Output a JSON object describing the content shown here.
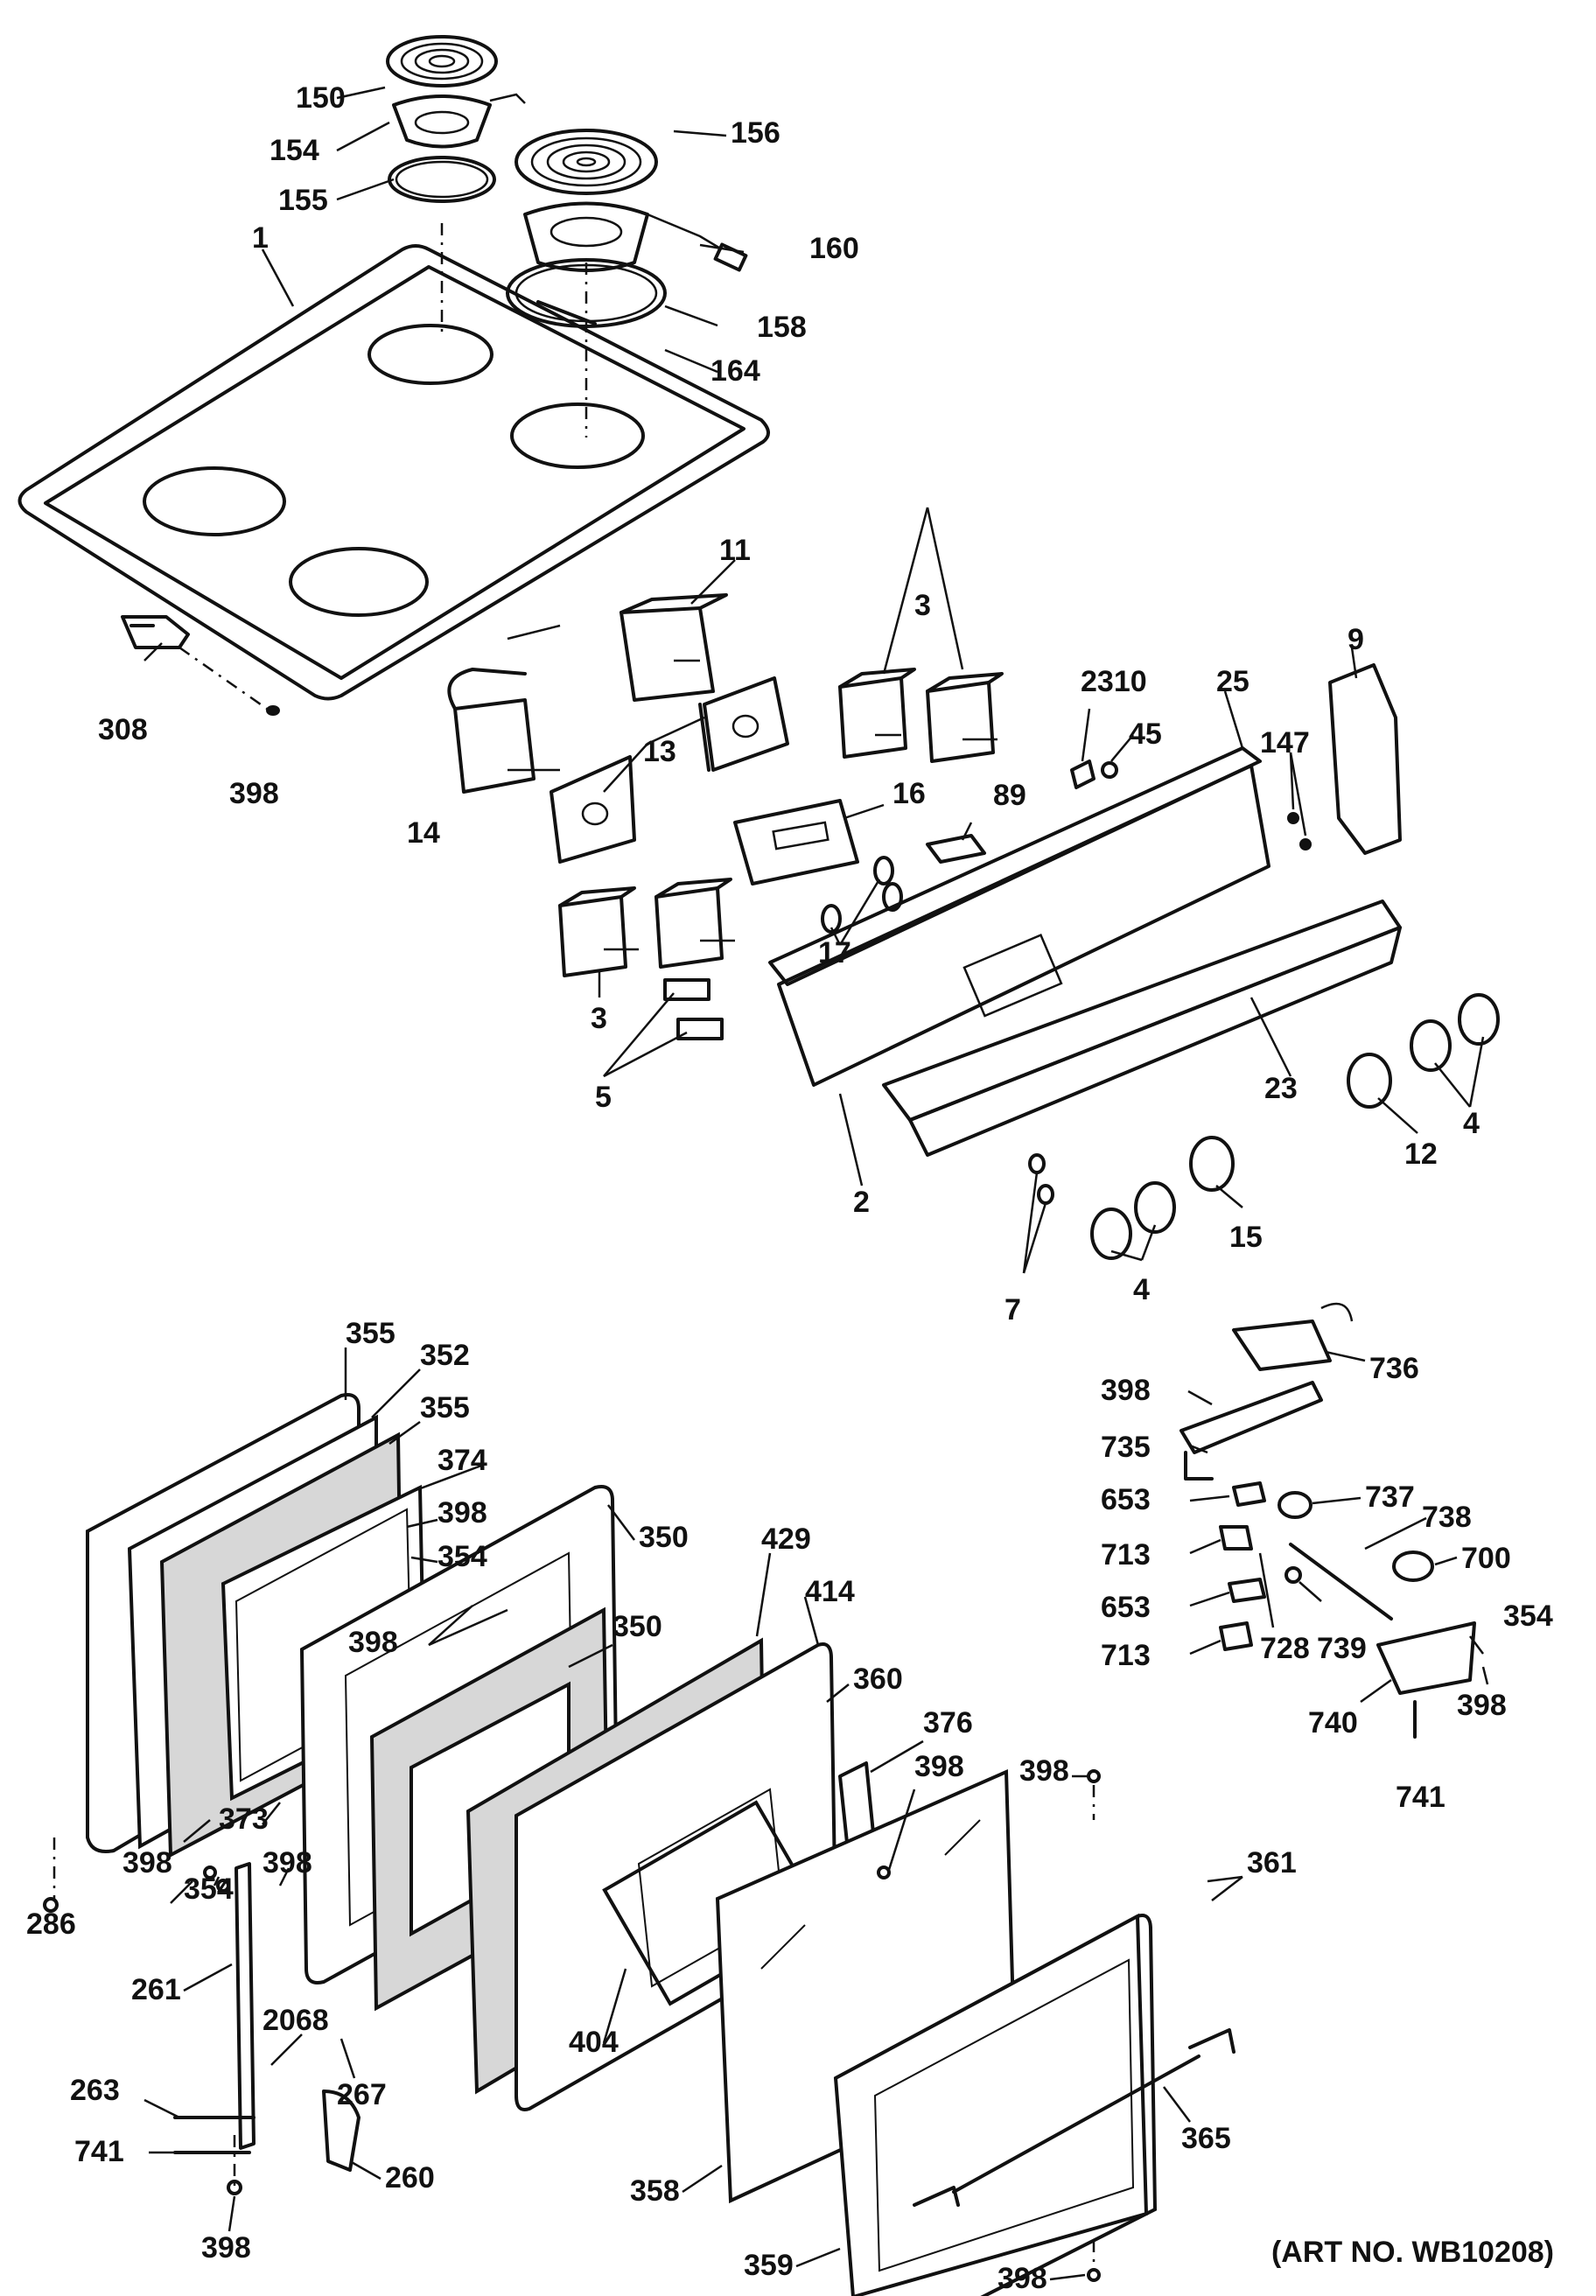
{
  "callouts": {
    "c1": "1",
    "c2": "2",
    "c3a": "3",
    "c3b": "3",
    "c4a": "4",
    "c4b": "4",
    "c5": "5",
    "c7": "7",
    "c9": "9",
    "c11": "11",
    "c12": "12",
    "c13": "13",
    "c14": "14",
    "c15": "15",
    "c16": "16",
    "c17": "17",
    "c23": "23",
    "c25": "25",
    "c45": "45",
    "c89": "89",
    "c147": "147",
    "c150": "150",
    "c154": "154",
    "c155": "155",
    "c156": "156",
    "c158": "158",
    "c160": "160",
    "c164": "164",
    "c2310": "2310",
    "c308": "308",
    "c398top": "398",
    "c736": "736",
    "c735": "735",
    "c398r1": "398",
    "c653a": "653",
    "c737": "737",
    "c738": "738",
    "c713a": "713",
    "c700": "700",
    "c653b": "653",
    "c713b": "713",
    "c728": "728",
    "c739": "739",
    "c354r": "354",
    "c740": "740",
    "c398r2": "398",
    "c741r": "741",
    "c355a": "355",
    "c352": "352",
    "c355b": "355",
    "c374": "374",
    "c398d1": "398",
    "c354d1": "354",
    "c350a": "350",
    "c429": "429",
    "c414": "414",
    "c350b": "350",
    "c360": "360",
    "c398d2": "398",
    "c376": "376",
    "c398d3": "398",
    "c398d4": "398",
    "c361": "361",
    "c373": "373",
    "c286": "286",
    "c398d5": "398",
    "c354d2": "354",
    "c398d6": "398",
    "c261": "261",
    "c2068": "2068",
    "c267": "267",
    "c404": "404",
    "c365": "365",
    "c263": "263",
    "c741l": "741",
    "c260": "260",
    "c358": "358",
    "c398d7": "398",
    "c359": "359",
    "c398d8": "398"
  },
  "art_number": "(ART NO. WB10208)"
}
